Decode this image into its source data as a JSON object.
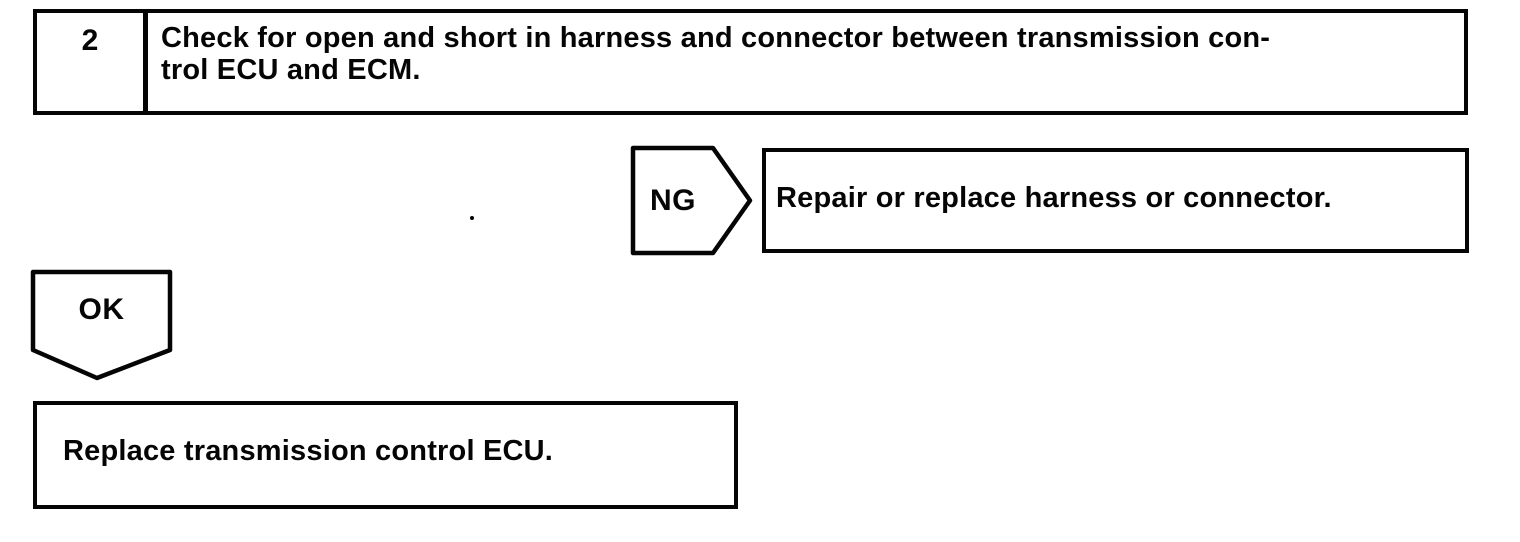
{
  "ink_color": "#050505",
  "background_color": "#ffffff",
  "flowchart": {
    "step": {
      "number": "2",
      "instruction_lines": [
        "Check for open and short in harness and connector between transmission con-",
        "trol ECU and ECM."
      ]
    },
    "ng_branch": {
      "connector_label": "NG",
      "action": "Repair or replace harness or connector."
    },
    "ok_branch": {
      "connector_label": "OK",
      "action": "Replace transmission control ECU."
    }
  }
}
